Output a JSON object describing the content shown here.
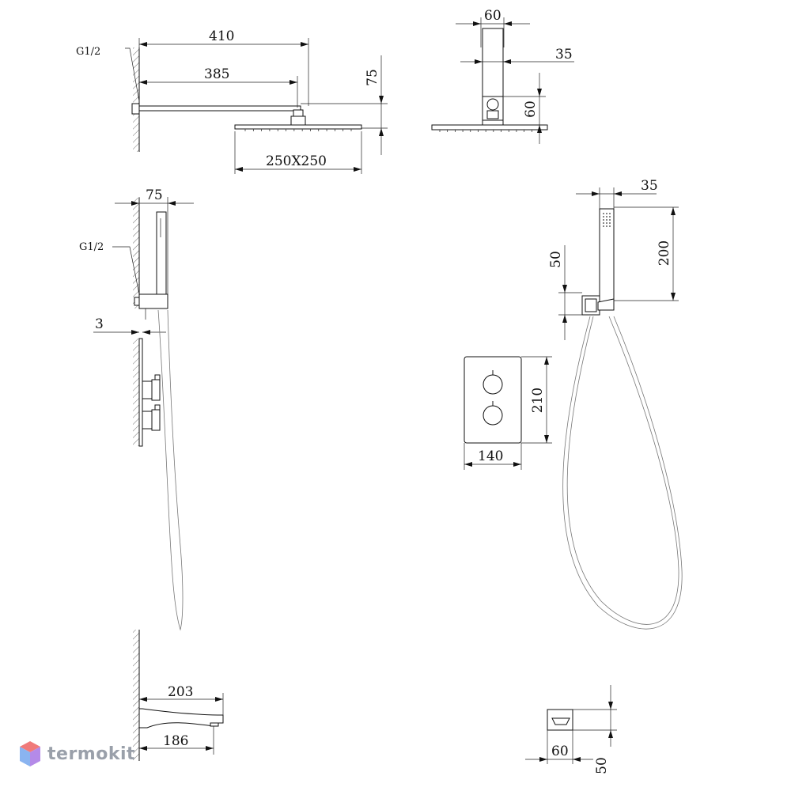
{
  "shower_head_side": {
    "label_g12": "G1/2",
    "dim_410": "410",
    "dim_385": "385",
    "dim_75": "75",
    "dim_head": "250X250"
  },
  "shower_head_front": {
    "dim_60_top": "60",
    "dim_35": "35",
    "dim_60_side": "60"
  },
  "hand_shower_side": {
    "dim_75": "75",
    "label_g12": "G1/2",
    "dim_3": "3"
  },
  "hand_shower_front": {
    "dim_35": "35",
    "dim_200": "200",
    "dim_50": "50"
  },
  "mixer_plate": {
    "dim_210": "210",
    "dim_140": "140"
  },
  "spout_side": {
    "dim_203": "203",
    "dim_186": "186"
  },
  "spout_front": {
    "dim_60": "60",
    "dim_50": "50"
  },
  "watermark": {
    "text": "termokit",
    "colors": {
      "top": "#f07a7a",
      "left": "#8ab4f0",
      "right": "#b48ae8"
    }
  }
}
